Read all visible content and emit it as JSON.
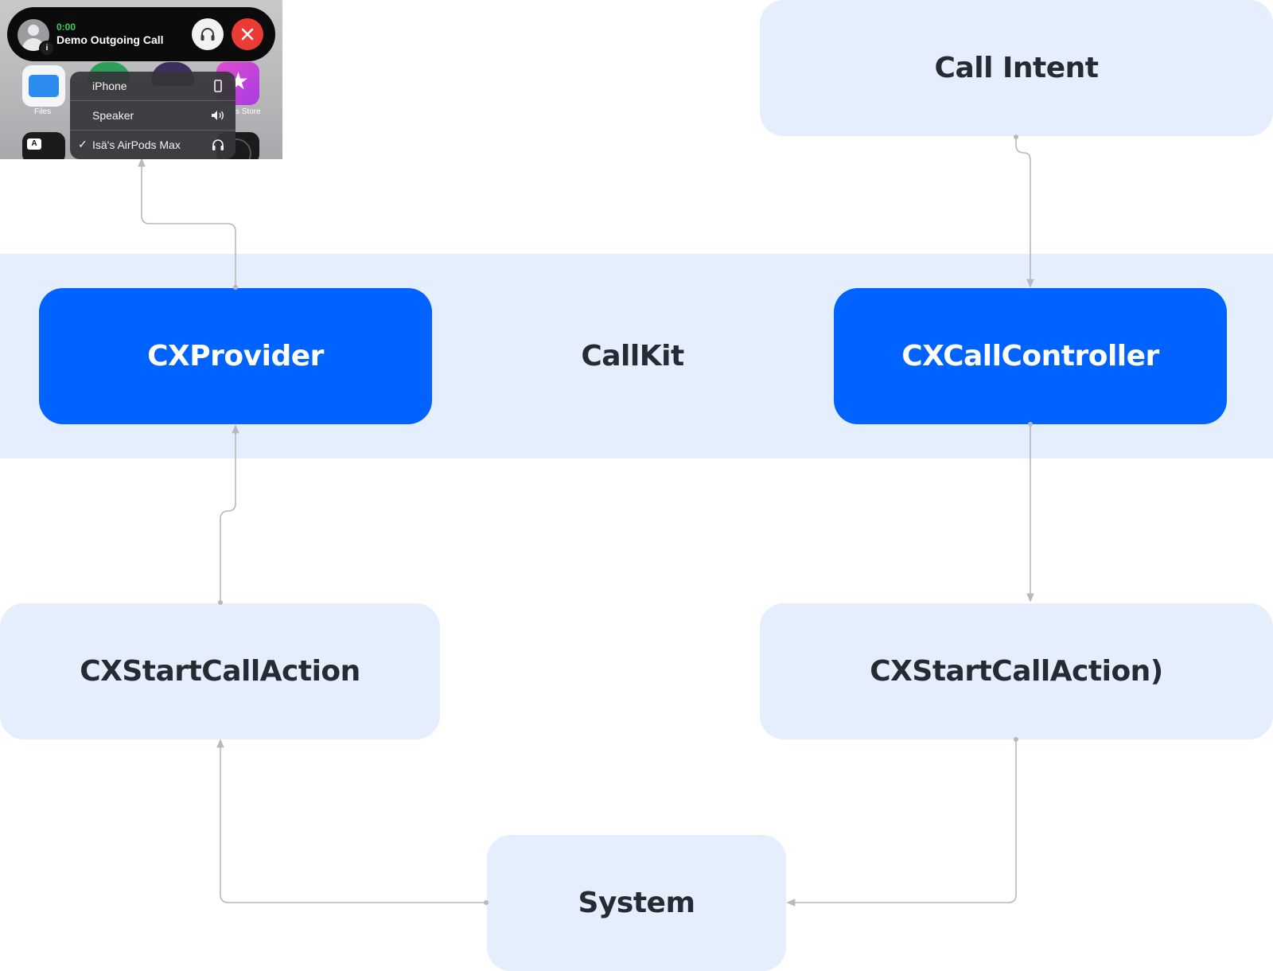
{
  "diagram": {
    "nodes": {
      "call_intent": "Call Intent",
      "callkit": "CallKit",
      "cxprovider": "CXProvider",
      "cxcallcontroller": "CXCallController",
      "start_call_action_left": "CXStartCallAction",
      "start_call_action_right": "CXStartCallAction)",
      "system": "System"
    },
    "colors": {
      "band": "#e5eefc",
      "light_node": "#e5eefc",
      "blue_node": "#0062ff",
      "connector": "#b9b9bd",
      "text_dark": "#262a33"
    }
  },
  "phone_screenshot": {
    "call": {
      "timer": "0:00",
      "name": "Demo Outgoing Call",
      "avatar_badge": "i"
    },
    "icons": {
      "avatar": "contact-avatar-icon",
      "audio": "headphones-icon",
      "end": "close-icon"
    },
    "app_labels": {
      "files": "Files",
      "store": "s Store"
    },
    "audio_routes": [
      {
        "label": "iPhone",
        "icon": "phone-icon",
        "checked": false
      },
      {
        "label": "Speaker",
        "icon": "speaker-icon",
        "checked": false
      },
      {
        "label": "Isä's AirPods Max",
        "icon": "headphones-icon",
        "checked": true
      }
    ],
    "check_mark": "✓"
  }
}
